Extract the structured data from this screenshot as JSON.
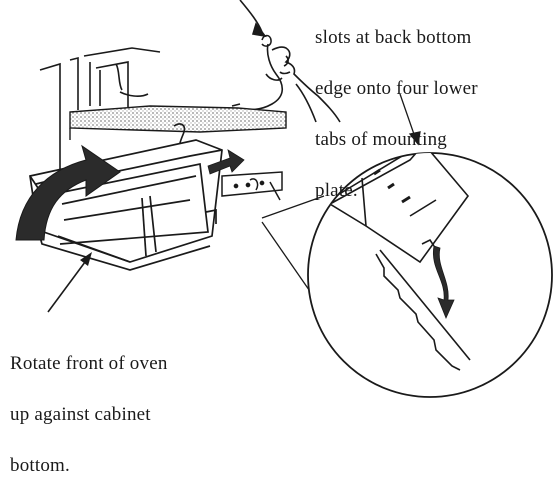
{
  "captions": {
    "top_lines": [
      "slots at back bottom",
      "edge onto four lower",
      "tabs of mounting",
      "plate."
    ],
    "bottom_lines": [
      "Rotate front of oven",
      "up against cabinet",
      "bottom."
    ]
  },
  "colors": {
    "ink": "#1a1a1a",
    "arrow_fill": "#2b2b2b",
    "counter_shade": "#9a9a9a",
    "background": "#ffffff"
  }
}
